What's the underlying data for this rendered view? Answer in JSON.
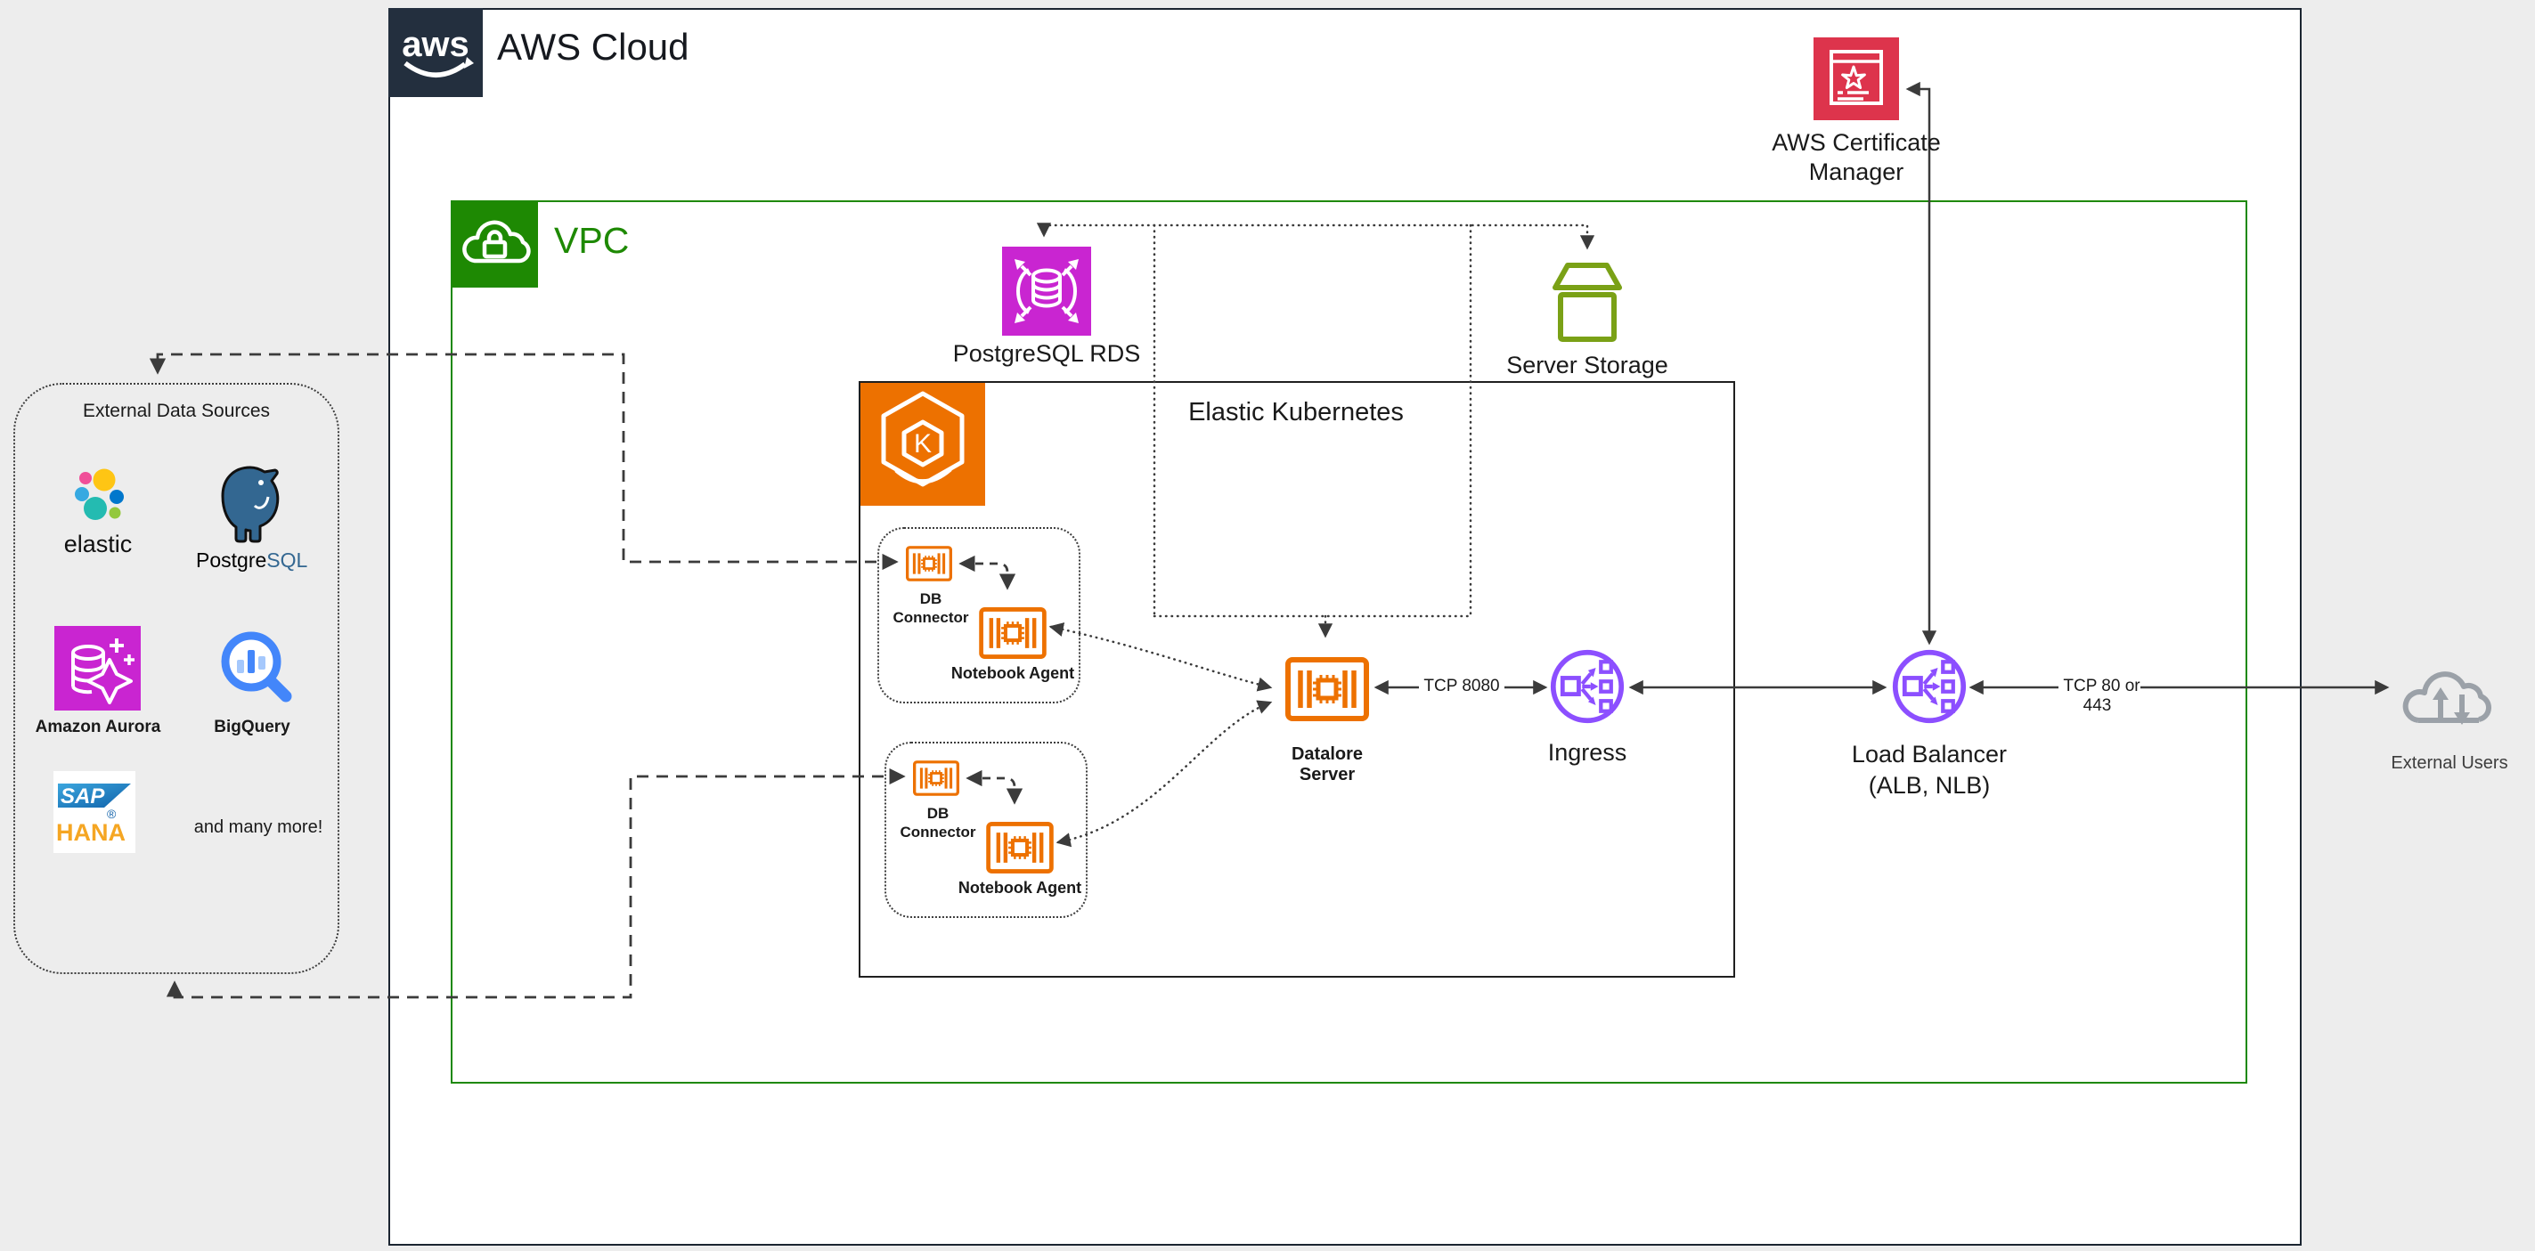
{
  "diagram": {
    "aws_cloud": {
      "label": "AWS Cloud",
      "logo_text": "aws"
    },
    "vpc": {
      "label": "VPC"
    },
    "nodes": {
      "postgresql_rds": {
        "label": "PostgreSQL RDS"
      },
      "server_storage": {
        "label": "Server Storage"
      },
      "certificate_manager": {
        "label": "AWS Certificate Manager"
      },
      "eks": {
        "label": "Elastic Kubernetes",
        "icon_letter": "K"
      },
      "pod_group_1": {
        "db_connector": "DB Connector",
        "notebook_agent": "Notebook Agent"
      },
      "pod_group_2": {
        "db_connector": "DB Connector",
        "notebook_agent": "Notebook Agent"
      },
      "datalore_server": {
        "label": "Datalore Server"
      },
      "ingress": {
        "label": "Ingress"
      },
      "load_balancer": {
        "label": "Load Balancer",
        "sublabel": "(ALB, NLB)"
      },
      "external_users": {
        "label": "External Users"
      }
    },
    "edges": {
      "datalore_ingress": {
        "label": "TCP 8080"
      },
      "lb_external": {
        "label": "TCP 80 or 443"
      }
    },
    "external_data_sources": {
      "label": "External Data Sources",
      "elastic": {
        "label": "elastic"
      },
      "postgresql": {
        "label_black": "Postgre",
        "label_blue": "SQL"
      },
      "amazon_aurora": {
        "label": "Amazon Aurora"
      },
      "bigquery": {
        "label": "BigQuery"
      },
      "sap_hana": {
        "sap": "SAP",
        "hana": "HANA",
        "reg": "®"
      },
      "more": {
        "label": "and many more!"
      }
    },
    "colors": {
      "aws_navy": "#232F3E",
      "vpc_green": "#1E8903",
      "storage_green": "#7AA116",
      "database_magenta": "#C925D1",
      "security_red": "#DD344C",
      "container_orange": "#ED7100",
      "network_purple": "#8C4FFF",
      "line": "#3B3B3B",
      "canvas_bg": "#EDEDED"
    }
  }
}
